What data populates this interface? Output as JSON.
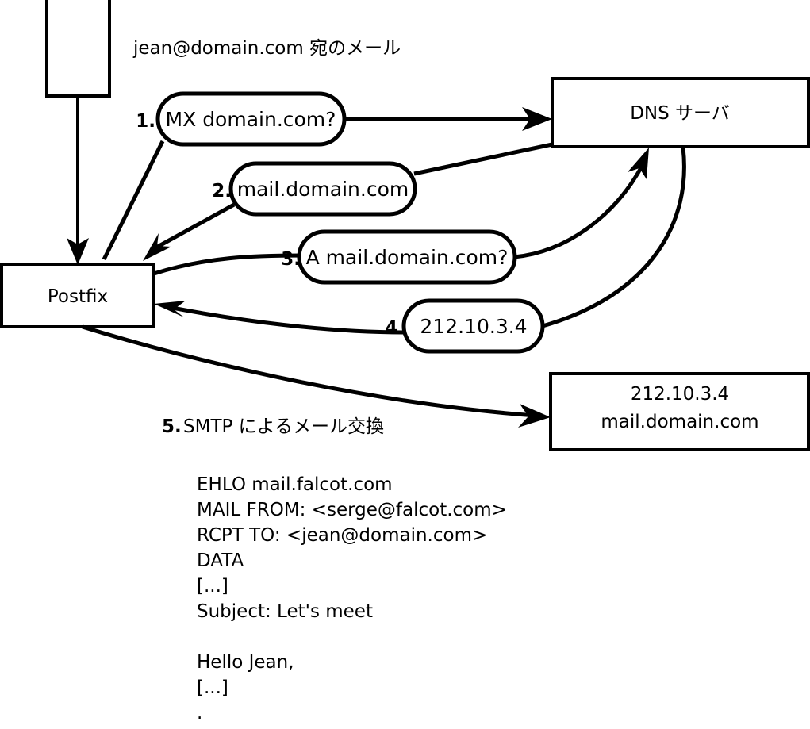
{
  "title_note": "jean@domain.com 宛のメール",
  "nodes": {
    "client": {
      "label": ""
    },
    "postfix": {
      "label": "Postfix"
    },
    "dns": {
      "label": "DNS サーバ"
    },
    "mailserver": {
      "line1": "212.10.3.4",
      "line2": "mail.domain.com"
    }
  },
  "steps": [
    {
      "num": "1.",
      "label": "MX domain.com?"
    },
    {
      "num": "2.",
      "label": "mail.domain.com"
    },
    {
      "num": "3.",
      "label": "A mail.domain.com?"
    },
    {
      "num": "4.",
      "label": "212.10.3.4"
    }
  ],
  "step5": {
    "num": "5.",
    "label": "SMTP によるメール交換"
  },
  "smtp_transcript": [
    "EHLO mail.falcot.com",
    "MAIL FROM: <serge@falcot.com>",
    "RCPT TO: <jean@domain.com>",
    "DATA",
    "[...]",
    "Subject: Let's meet",
    "",
    "Hello Jean,",
    "[...]",
    "."
  ],
  "colors": {
    "stroke": "#000000",
    "fill": "#ffffff",
    "background": "#ffffff"
  }
}
